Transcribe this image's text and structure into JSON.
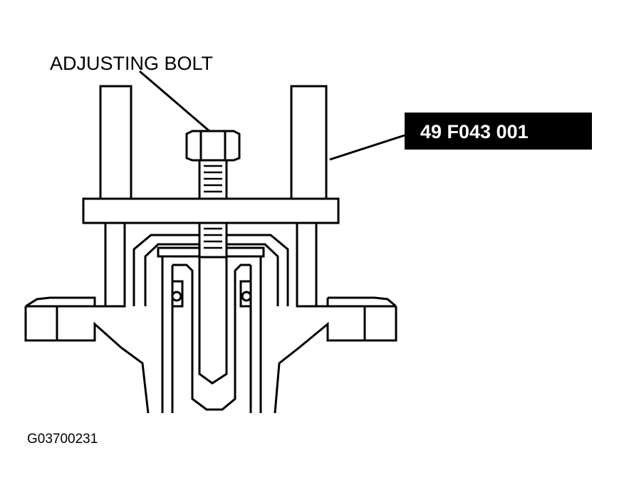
{
  "labels": {
    "adjusting_bolt": "ADJUSTING BOLT",
    "tool_number": "49 F043 001",
    "figure_id": "G03700231"
  },
  "colors": {
    "line": "#000000",
    "background": "#ffffff",
    "callout_box": "#000000",
    "callout_text": "#ffffff"
  }
}
